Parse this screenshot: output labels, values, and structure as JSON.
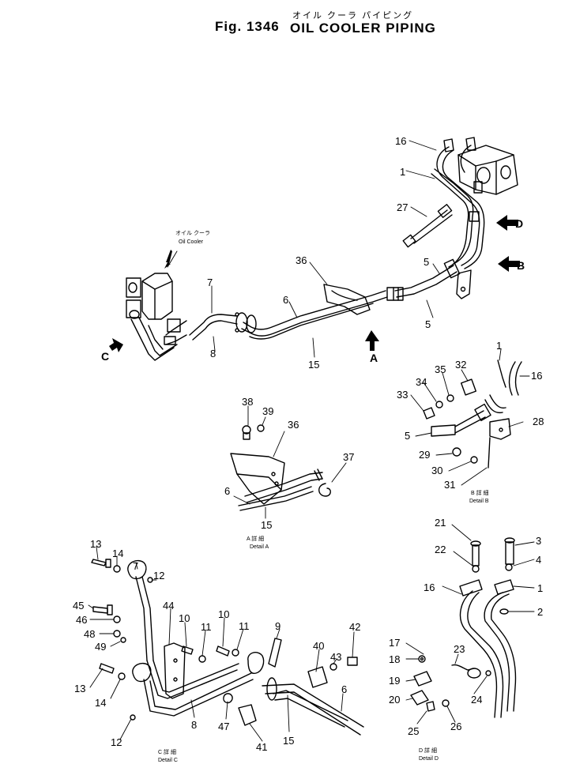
{
  "header": {
    "figure_number": "Fig. 1346",
    "title_jp": "オイル クーラ パイピング",
    "title_en": "OIL COOLER PIPING"
  },
  "callouts": {
    "oil_cooler_jp": "オイル クーラ",
    "oil_cooler_en": "Oil Cooler"
  },
  "view_markers": {
    "a": "A",
    "b": "B",
    "c": "C",
    "d": "D"
  },
  "details": {
    "a": {
      "jp": "A 詳 細",
      "en": "Detail A"
    },
    "b": {
      "jp": "B 詳 細",
      "en": "Detail B"
    },
    "c": {
      "jp": "C 詳 細",
      "en": "Detail C"
    },
    "d": {
      "jp": "D 詳 細",
      "en": "Detail D"
    }
  },
  "part_numbers": {
    "main": [
      "16",
      "1",
      "27",
      "5",
      "5",
      "36",
      "6",
      "7",
      "8",
      "15"
    ],
    "detail_a": [
      "38",
      "39",
      "36",
      "37",
      "6",
      "15"
    ],
    "detail_b": [
      "1",
      "16",
      "32",
      "35",
      "34",
      "33",
      "28",
      "5",
      "29",
      "30",
      "31"
    ],
    "detail_c": [
      "13",
      "14",
      "7",
      "12",
      "45",
      "46",
      "48",
      "49",
      "44",
      "10",
      "10",
      "11",
      "11",
      "9",
      "40",
      "43",
      "42",
      "13",
      "14",
      "8",
      "47",
      "41",
      "15",
      "6",
      "12"
    ],
    "detail_d": [
      "21",
      "3",
      "22",
      "4",
      "16",
      "1",
      "2",
      "17",
      "18",
      "23",
      "19",
      "20",
      "24",
      "25",
      "26"
    ]
  }
}
